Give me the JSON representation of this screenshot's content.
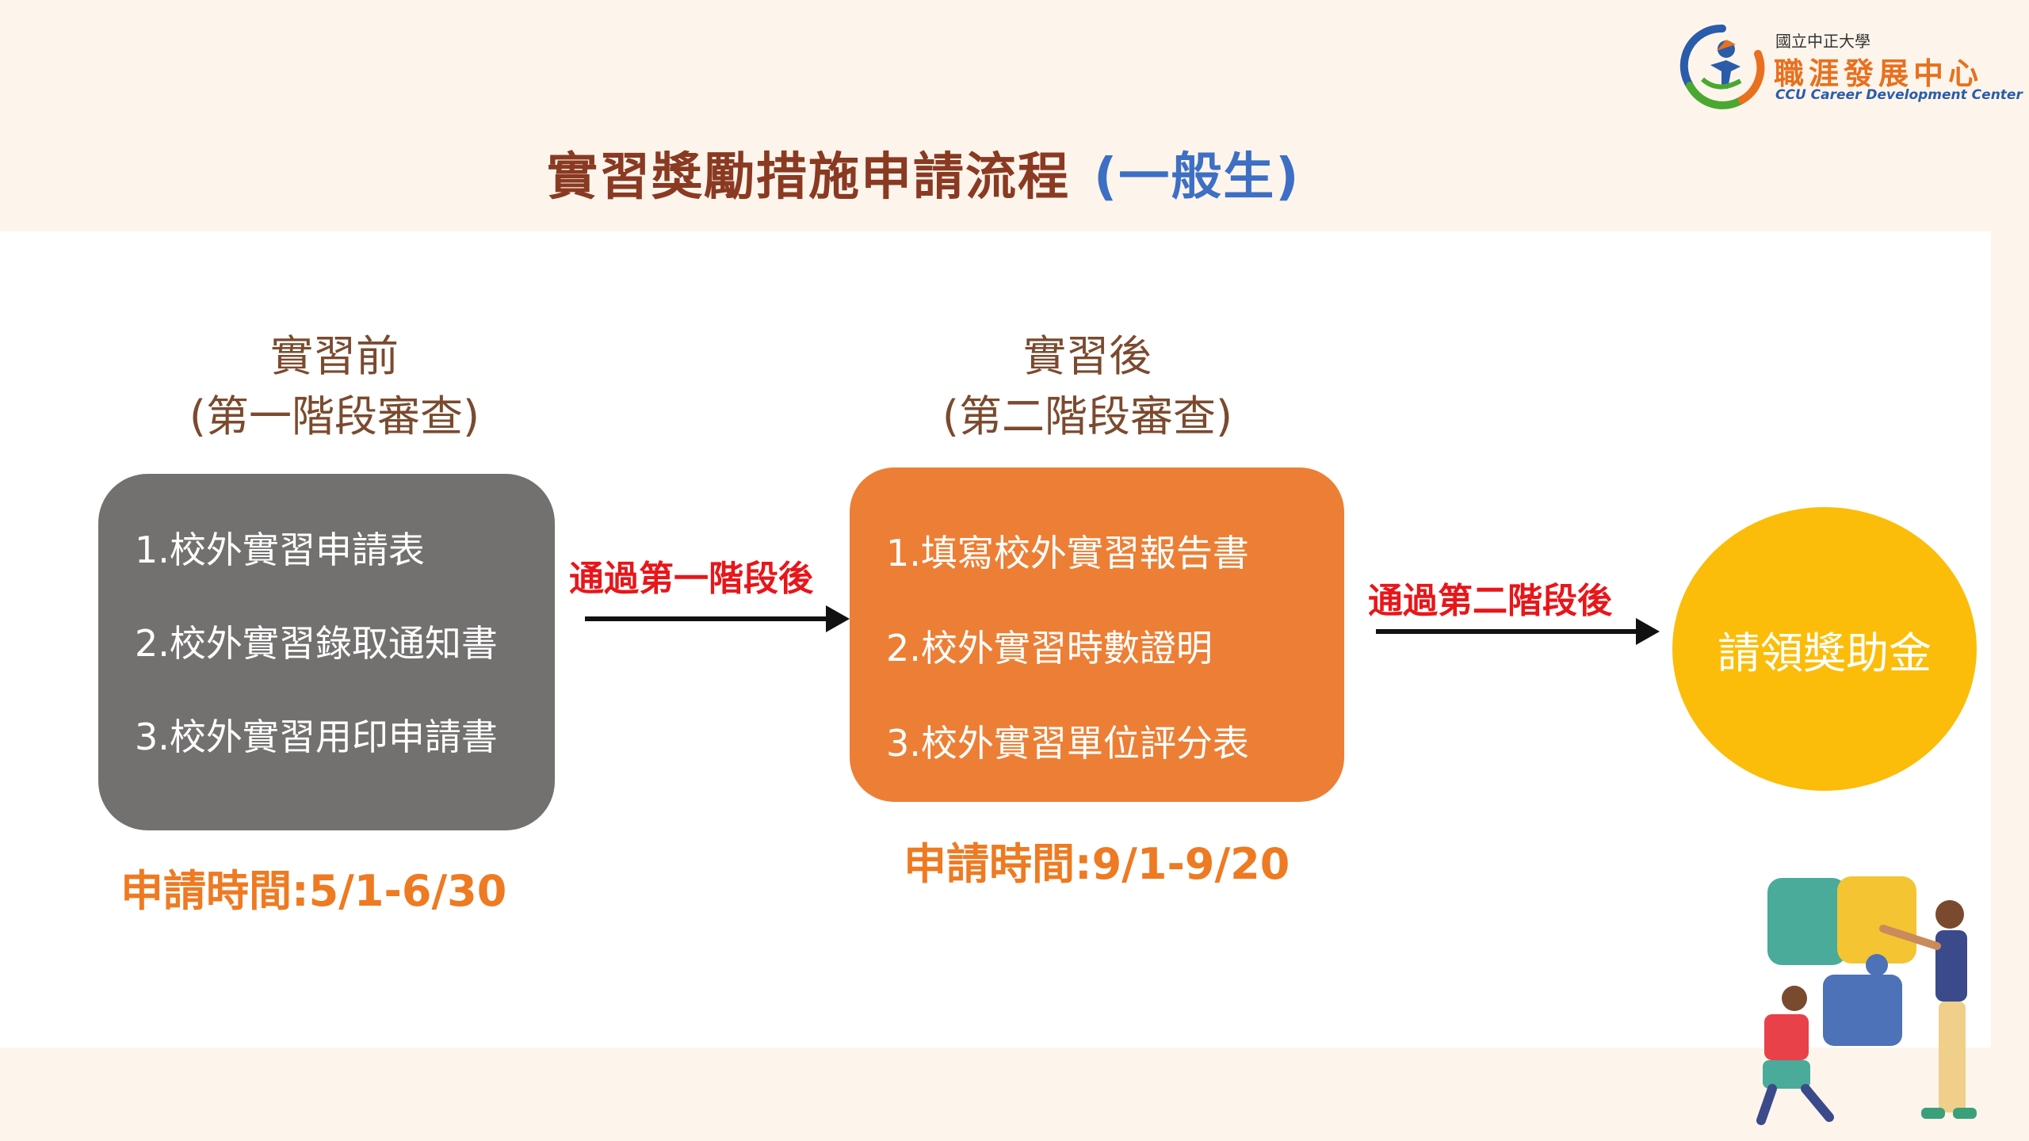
{
  "title": {
    "main": "實習獎勵措施申請流程",
    "sub": "(一般生)"
  },
  "logo": {
    "line1": "國立中正大學",
    "line2": "職涯發展中心",
    "line3": "CCU Career Development Center"
  },
  "stages": [
    {
      "heading": "實習前",
      "subheading": "(第一階段審查)",
      "items": [
        "1.校外實習申請表",
        "2.校外實習錄取通知書",
        "3.校外實習用印申請書"
      ],
      "time": "申請時間:5/1-6/30",
      "color": "#737170"
    },
    {
      "heading": "實習後",
      "subheading": "(第二階段審查)",
      "items": [
        "1.填寫校外實習報告書",
        "2.校外實習時數證明",
        "3.校外實習單位評分表"
      ],
      "time": "申請時間:9/1-9/20",
      "color": "#ec7f35"
    }
  ],
  "transitions": [
    "通過第一階段後",
    "通過第二階段後"
  ],
  "final": {
    "label": "請領獎助金",
    "color": "#fbbd09"
  }
}
